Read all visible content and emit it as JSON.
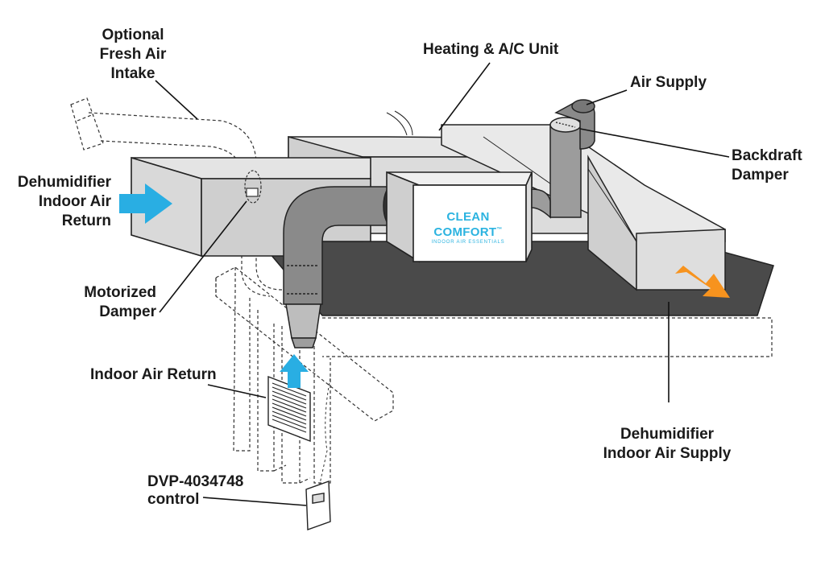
{
  "labels": {
    "fresh_air_intake": [
      "Optional",
      "Fresh Air",
      "Intake"
    ],
    "heating_ac_unit": "Heating & A/C Unit",
    "air_supply": "Air Supply",
    "backdraft_damper": [
      "Backdraft",
      "Damper"
    ],
    "dehumidifier_indoor_air_return": [
      "Dehumidifier",
      "Indoor Air",
      "Return"
    ],
    "motorized_damper": [
      "Motorized",
      "Damper"
    ],
    "indoor_air_return": "Indoor Air Return",
    "dvp_control": [
      "DVP-4034748",
      "control"
    ],
    "dehumidifier_indoor_air_supply": [
      "Dehumidifier",
      "Indoor Air Supply"
    ]
  },
  "brand": {
    "name": "CLEAN COMFORT",
    "mark": "™",
    "tagline": "INDOOR AIR ESSENTIALS"
  },
  "colors": {
    "arrow_blue": "#29aee3",
    "arrow_orange": "#f7931e",
    "floor_dark": "#4a4a4a",
    "duct_gray": "#d4d4d4",
    "flex_duct": "#8a8a8a",
    "brand_blue": "#2bb3e0"
  }
}
